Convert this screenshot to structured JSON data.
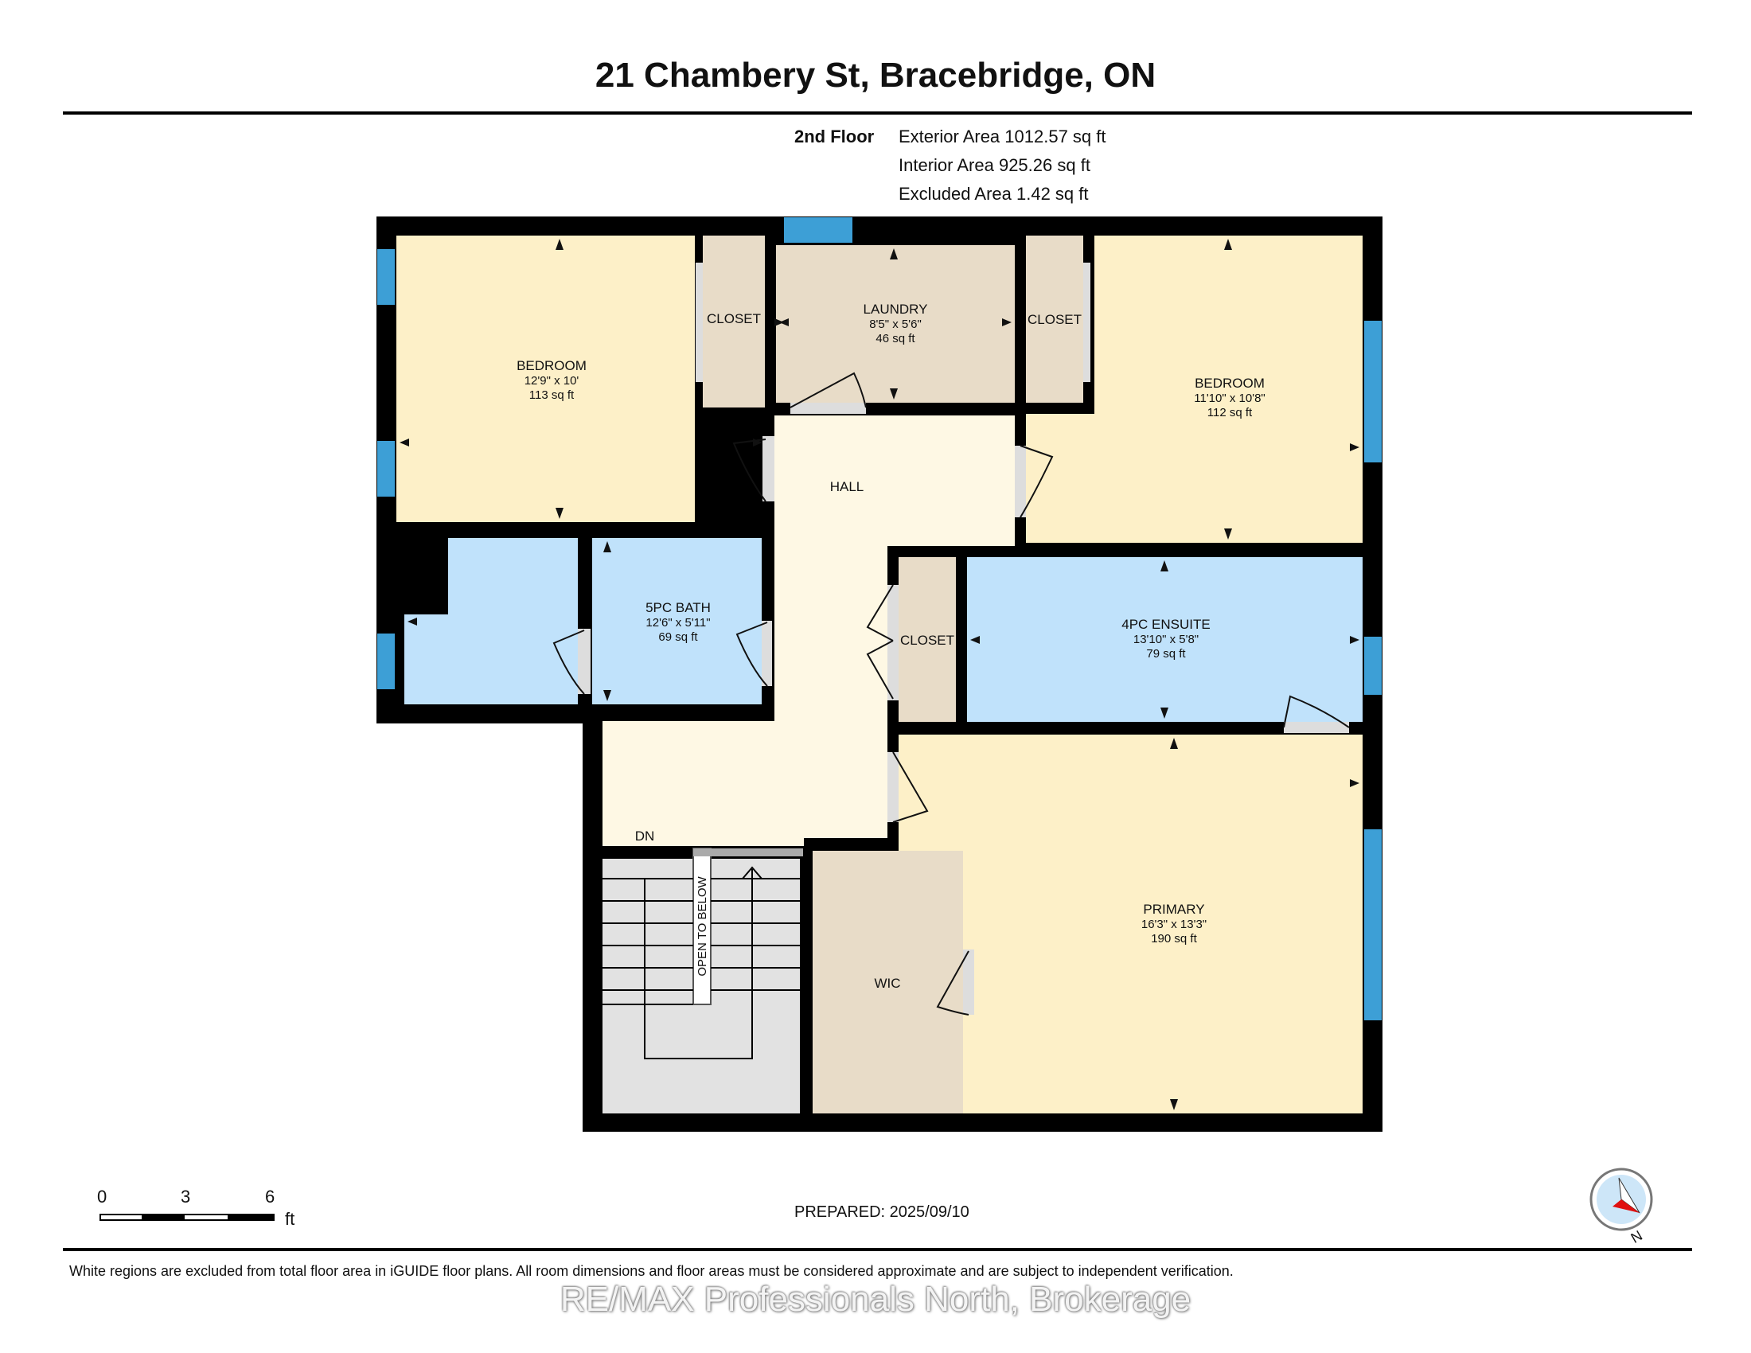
{
  "header": {
    "title": "21 Chambery St, Bracebridge, ON",
    "floor_name": "2nd Floor",
    "exterior_area": "Exterior Area 1012.57 sq ft",
    "interior_area": "Interior Area 925.26 sq ft",
    "excluded_area": "Excluded Area 1.42 sq ft"
  },
  "rooms": {
    "bedroom_left": {
      "name": "BEDROOM",
      "dims": "12'9\" x 10'",
      "area": "113 sq ft"
    },
    "laundry": {
      "name": "LAUNDRY",
      "dims": "8'5\" x 5'6\"",
      "area": "46 sq ft"
    },
    "bedroom_right": {
      "name": "BEDROOM",
      "dims": "11'10\" x 10'8\"",
      "area": "112 sq ft"
    },
    "bath_5pc": {
      "name": "5PC BATH",
      "dims": "12'6\" x 5'11\"",
      "area": "69 sq ft"
    },
    "ensuite_4pc": {
      "name": "4PC ENSUITE",
      "dims": "13'10\" x 5'8\"",
      "area": "79 sq ft"
    },
    "primary": {
      "name": "PRIMARY",
      "dims": "16'3\" x 13'3\"",
      "area": "190 sq ft"
    },
    "closet_1": "CLOSET",
    "closet_2": "CLOSET",
    "closet_3": "CLOSET",
    "hall": "HALL",
    "wic": "WIC",
    "stairs_down": "DN",
    "open_to_below": "OPEN TO BELOW"
  },
  "colors": {
    "wall": "#000000",
    "bedroom": "#fdf0c8",
    "bath": "#c0e2fb",
    "closet": "#e8dcc8",
    "hall": "#fef8e4",
    "stairs": "#e2e2e2",
    "window": "#3d9fd6"
  },
  "scale_bar": {
    "ticks": [
      "0",
      "3",
      "6"
    ],
    "unit": "ft"
  },
  "prepared": "PREPARED: 2025/09/10",
  "compass": {
    "label": "N"
  },
  "footer": {
    "disclaimer": "White regions are excluded from total floor area in iGUIDE floor plans. All room dimensions and floor areas must be considered approximate and are subject to independent verification.",
    "watermark": "RE/MAX Professionals North, Brokerage"
  }
}
